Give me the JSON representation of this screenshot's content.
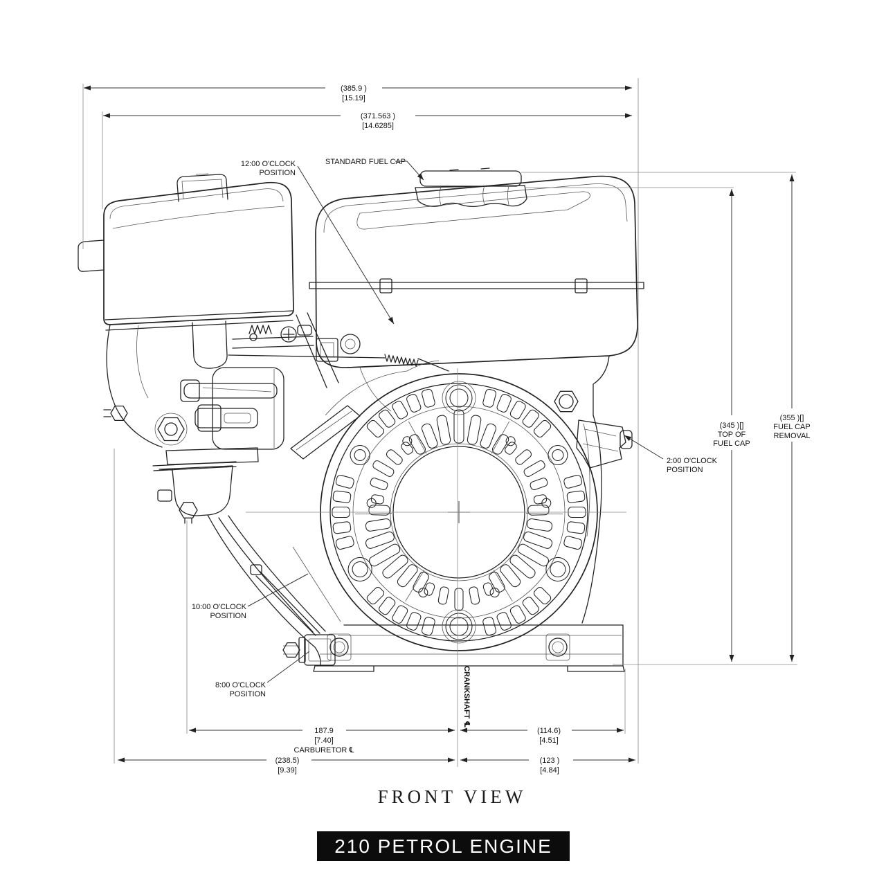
{
  "colors": {
    "ink": "#1f1f1f",
    "bar_bg": "#0c0c0c",
    "bar_fg": "#ffffff"
  },
  "view": {
    "name": "FRONT VIEW"
  },
  "title_bar": {
    "label": "210 PETROL ENGINE"
  },
  "dims": {
    "overall_width_mm": "(385.9 )",
    "overall_width_in": "[15.19]",
    "tank_width_mm": "(371.563 )",
    "tank_width_in": "[14.6285]",
    "top_of_fuel_cap_value": "(345 )[]",
    "top_of_fuel_cap_l1": "TOP OF",
    "top_of_fuel_cap_l2": "FUEL CAP",
    "fuel_cap_removal_value": "(355 )[]",
    "fuel_cap_removal_l1": "FUEL CAP",
    "fuel_cap_removal_l2": "REMOVAL",
    "carb_offset_mm": "187.9",
    "carb_offset_in": "[7.40]",
    "carb_offset_note": "CARBURETOR ℄",
    "base_right_mm": "(114.6)",
    "base_right_in": "[4.51]",
    "left_overall_mm": "(238.5)",
    "left_overall_in": "[9.39]",
    "tank_right_mm": "(123 )",
    "tank_right_in": "[4.84]"
  },
  "callouts": {
    "pos12_l1": "12:00 O'CLOCK",
    "pos12_l2": "POSITION",
    "fuel_cap": "STANDARD FUEL CAP",
    "pos2_l1": "2:00 O'CLOCK",
    "pos2_l2": "POSITION",
    "pos10_l1": "10:00 O'CLOCK",
    "pos10_l2": "POSITION",
    "pos8_l1": "8:00 O'CLOCK",
    "pos8_l2": "POSITION",
    "crankshaft": "CRANKSHAFT ℄"
  }
}
